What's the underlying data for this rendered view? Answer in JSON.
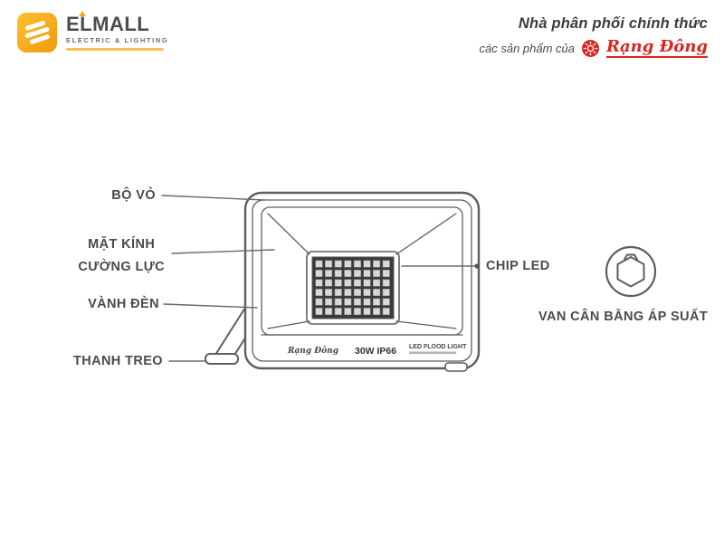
{
  "header": {
    "elmall": {
      "brand": "ELMALL",
      "subtitle": "ELECTRIC & LIGHTING"
    },
    "distributor": {
      "title": "Nhà phân phối chính thức",
      "subtitle": "các sản phẩm của",
      "brand": "Rạng Đông"
    }
  },
  "labels": {
    "body": "BỘ VỎ",
    "glass_line1": "MẶT KÍNH",
    "glass_line2": "CƯỜNG LỰC",
    "rim": "VÀNH ĐÈN",
    "bracket": "THANH TREO",
    "chip": "CHIP LED",
    "valve": "VAN CÂN BẰNG ÁP SUẤT"
  },
  "device": {
    "brand_mark": "Rạng Đông",
    "specs": "30W IP66",
    "product": "LED FLOOD LIGHT"
  },
  "colors": {
    "accent_orange": "#F7A81B",
    "brand_red": "#D7261F",
    "line_gray": "#5E5E5E",
    "text_gray": "#4A4A4A"
  }
}
